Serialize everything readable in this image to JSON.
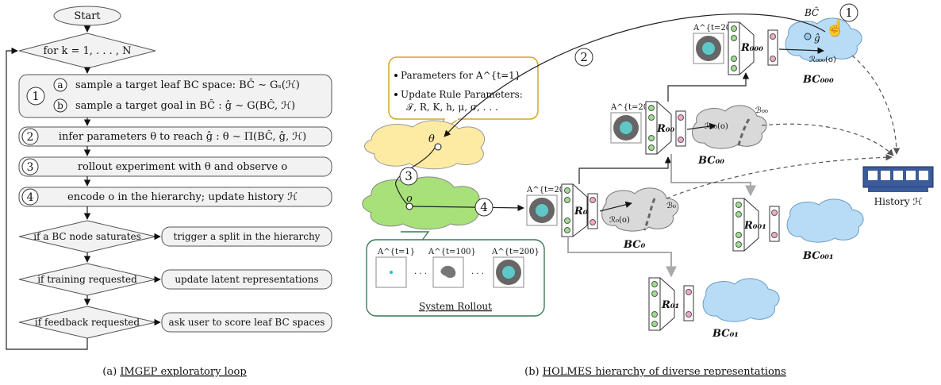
{
  "left": {
    "start": "Start",
    "loop": "for k = 1, . . . , N",
    "steps": {
      "s1": "1",
      "s1a_marker": "a",
      "s1a": "sample a target leaf BC space: BĈ ∼ Gₛ(ℋ)",
      "s1b_marker": "b",
      "s1b": "sample a target goal in BĈ : ĝ ∼ G(BĈ, ℋ)",
      "s2": "2",
      "s2_text": "infer parameters θ to reach ĝ : θ ∼ Π(BĈ, ĝ, ℋ)",
      "s3": "3",
      "s3_text": "rollout experiment with θ and observe o",
      "s4": "4",
      "s4_text": "encode o in the hierarchy; update history ℋ"
    },
    "conditions": [
      {
        "cond": "if a BC node saturates",
        "action": "trigger a split in the hierarchy"
      },
      {
        "cond": "if training requested",
        "action": "update latent representations"
      },
      {
        "cond": "if feedback requested",
        "action": "ask user to score leaf BC spaces"
      }
    ],
    "caption_prefix": "(a) ",
    "caption": "IMGEP exploratory loop"
  },
  "right": {
    "bubble": {
      "line1": "Parameters for A^{t=1}",
      "line2": "Update Rule Parameters:",
      "line3": "𝒯, R, K, h, μ, σ, . . ."
    },
    "theta": "θ",
    "o": "o",
    "markers": {
      "m1": "1",
      "m2": "2",
      "m3": "3",
      "m4": "4"
    },
    "bc_hat": "BĈ",
    "g_hat": "ĝ",
    "rollout": {
      "label": "System Rollout",
      "frames": [
        "A^{t=1}",
        "A^{t=100}",
        "A^{t=200}"
      ],
      "dots": "· · ·"
    },
    "nodes": {
      "R0": "R₀",
      "R00": "R₀₀",
      "R000": "R₀₀₀",
      "R001": "R₀₀₁",
      "R01": "R₀₁",
      "BC0": "BC₀",
      "BC00": "BC₀₀",
      "BC000": "BC₀₀₀",
      "BC001": "BC₀₀₁",
      "BC01": "BC₀₁",
      "R0o": "ℛ₀(o)",
      "R00o": "ℛ₀₀(o)",
      "R000o": "ℛ₀₀₀(o)",
      "B0": "ℬ₀",
      "B00": "ℬ₀₀",
      "frame_label": "A^{t=200}"
    },
    "history": "History ℋ",
    "caption_prefix": "(b) ",
    "caption": "HOLMES hierarchy of diverse representations"
  }
}
